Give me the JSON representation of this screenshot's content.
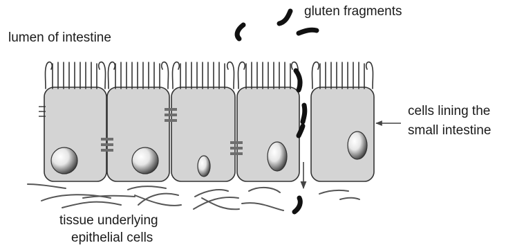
{
  "labels": {
    "gluten": "gluten fragments",
    "lumen": "lumen of intestine",
    "cells_line1": "cells lining the",
    "cells_line2": "small intestine",
    "tissue_line1": "tissue underlying",
    "tissue_line2": "epithelial cells"
  },
  "colors": {
    "cell_fill": "#d4d4d4",
    "cell_stroke": "#333333",
    "gluten": "#111111",
    "junction": "#6e6e6e",
    "fiber": "#555555",
    "arrow": "#444444"
  },
  "diagram": {
    "cell_count": 5,
    "gluten_fragment_count": 7
  }
}
